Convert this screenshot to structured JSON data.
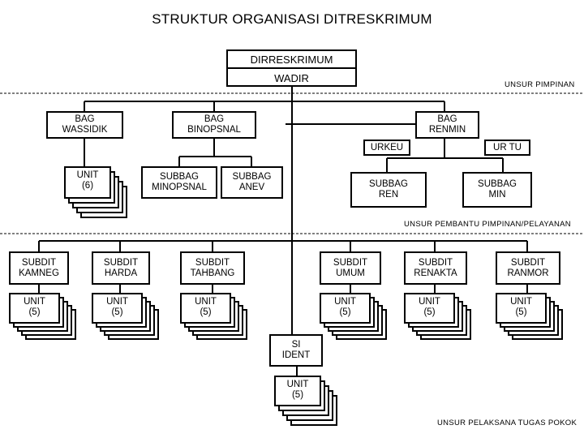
{
  "title": "STRUKTUR ORGANISASI DITRESKRIMUM",
  "top": {
    "line1": "DIRRESKRIMUM",
    "line2": "WADIR"
  },
  "zones": {
    "pimpinan": "UNSUR PIMPINAN",
    "pembantu": "UNSUR  PEMBANTU PIMPINAN/PELAYANAN",
    "pelaksana": "UNSUR PELAKSANA TUGAS POKOK"
  },
  "bag": {
    "wassidik": [
      "BAG",
      "WASSIDIK"
    ],
    "binopsnal": [
      "BAG",
      "BINOPSNAL"
    ],
    "renmin": [
      "BAG",
      "RENMIN"
    ]
  },
  "urkeu": "URKEU",
  "urtu": "UR TU",
  "subbag": {
    "minopsnal": [
      "SUBBAG",
      "MINOPSNAL"
    ],
    "anev": [
      "SUBBAG",
      "ANEV"
    ],
    "ren": [
      "SUBBAG",
      "REN"
    ],
    "min": [
      "SUBBAG",
      "MIN"
    ]
  },
  "wassidik_unit": [
    "UNIT",
    "(6)"
  ],
  "subdit": [
    {
      "key": "kamneg",
      "lines": [
        "SUBDIT",
        "KAMNEG"
      ]
    },
    {
      "key": "harda",
      "lines": [
        "SUBDIT",
        "HARDA"
      ]
    },
    {
      "key": "tahbang",
      "lines": [
        "SUBDIT",
        "TAHBANG"
      ]
    },
    {
      "key": "umum",
      "lines": [
        "SUBDIT",
        "UMUM"
      ]
    },
    {
      "key": "renakta",
      "lines": [
        "SUBDIT",
        "RENAKTA"
      ]
    },
    {
      "key": "ranmor",
      "lines": [
        "SUBDIT",
        "RANMOR"
      ]
    }
  ],
  "subdit_unit": [
    "UNIT",
    "(5)"
  ],
  "si_ident": [
    "SI",
    "IDENT"
  ],
  "si_unit": [
    "UNIT",
    "(5)"
  ]
}
